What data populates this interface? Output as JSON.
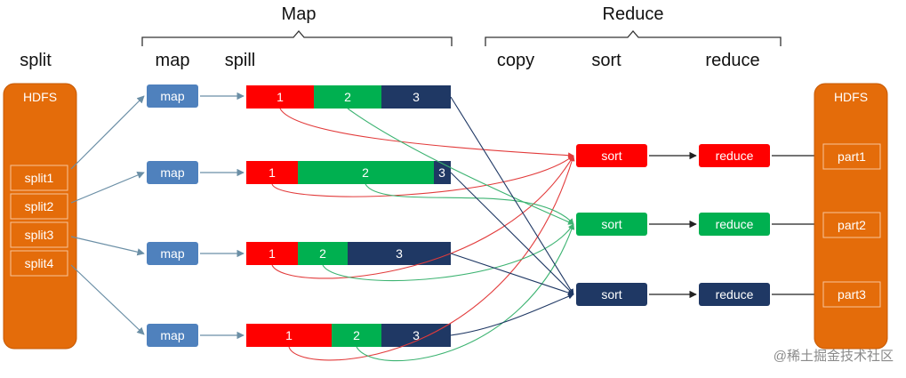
{
  "header": {
    "map_title": "Map",
    "reduce_title": "Reduce"
  },
  "stage_labels": {
    "split": "split",
    "map": "map",
    "spill": "spill",
    "copy": "copy",
    "sort": "sort",
    "reduce": "reduce"
  },
  "input_hdfs": {
    "label": "HDFS",
    "splits": [
      "split1",
      "split2",
      "split3",
      "split4"
    ]
  },
  "map_tasks": [
    {
      "label": "map",
      "partitions": [
        {
          "label": "1",
          "color": "red"
        },
        {
          "label": "2",
          "color": "green"
        },
        {
          "label": "3",
          "color": "blue"
        }
      ]
    },
    {
      "label": "map",
      "partitions": [
        {
          "label": "1",
          "color": "red"
        },
        {
          "label": "2",
          "color": "green"
        },
        {
          "label": "3",
          "color": "blue"
        }
      ]
    },
    {
      "label": "map",
      "partitions": [
        {
          "label": "1",
          "color": "red"
        },
        {
          "label": "2",
          "color": "green"
        },
        {
          "label": "3",
          "color": "blue"
        }
      ]
    },
    {
      "label": "map",
      "partitions": [
        {
          "label": "1",
          "color": "red"
        },
        {
          "label": "2",
          "color": "green"
        },
        {
          "label": "3",
          "color": "blue"
        }
      ]
    }
  ],
  "reduce_tasks": [
    {
      "sort_label": "sort",
      "reduce_label": "reduce",
      "color": "red"
    },
    {
      "sort_label": "sort",
      "reduce_label": "reduce",
      "color": "green"
    },
    {
      "sort_label": "sort",
      "reduce_label": "reduce",
      "color": "blue"
    }
  ],
  "output_hdfs": {
    "label": "HDFS",
    "parts": [
      "part1",
      "part2",
      "part3"
    ]
  },
  "watermark": "@稀土掘金技术社区",
  "colors": {
    "orange": "#E46C0A",
    "orange_border": "#C65A05",
    "map_blue": "#4F81BD",
    "red": "#FF0000",
    "green": "#00B050",
    "blue": "#1F3864",
    "arrow_gray": "#6B8FA6",
    "dark": "#222222"
  }
}
